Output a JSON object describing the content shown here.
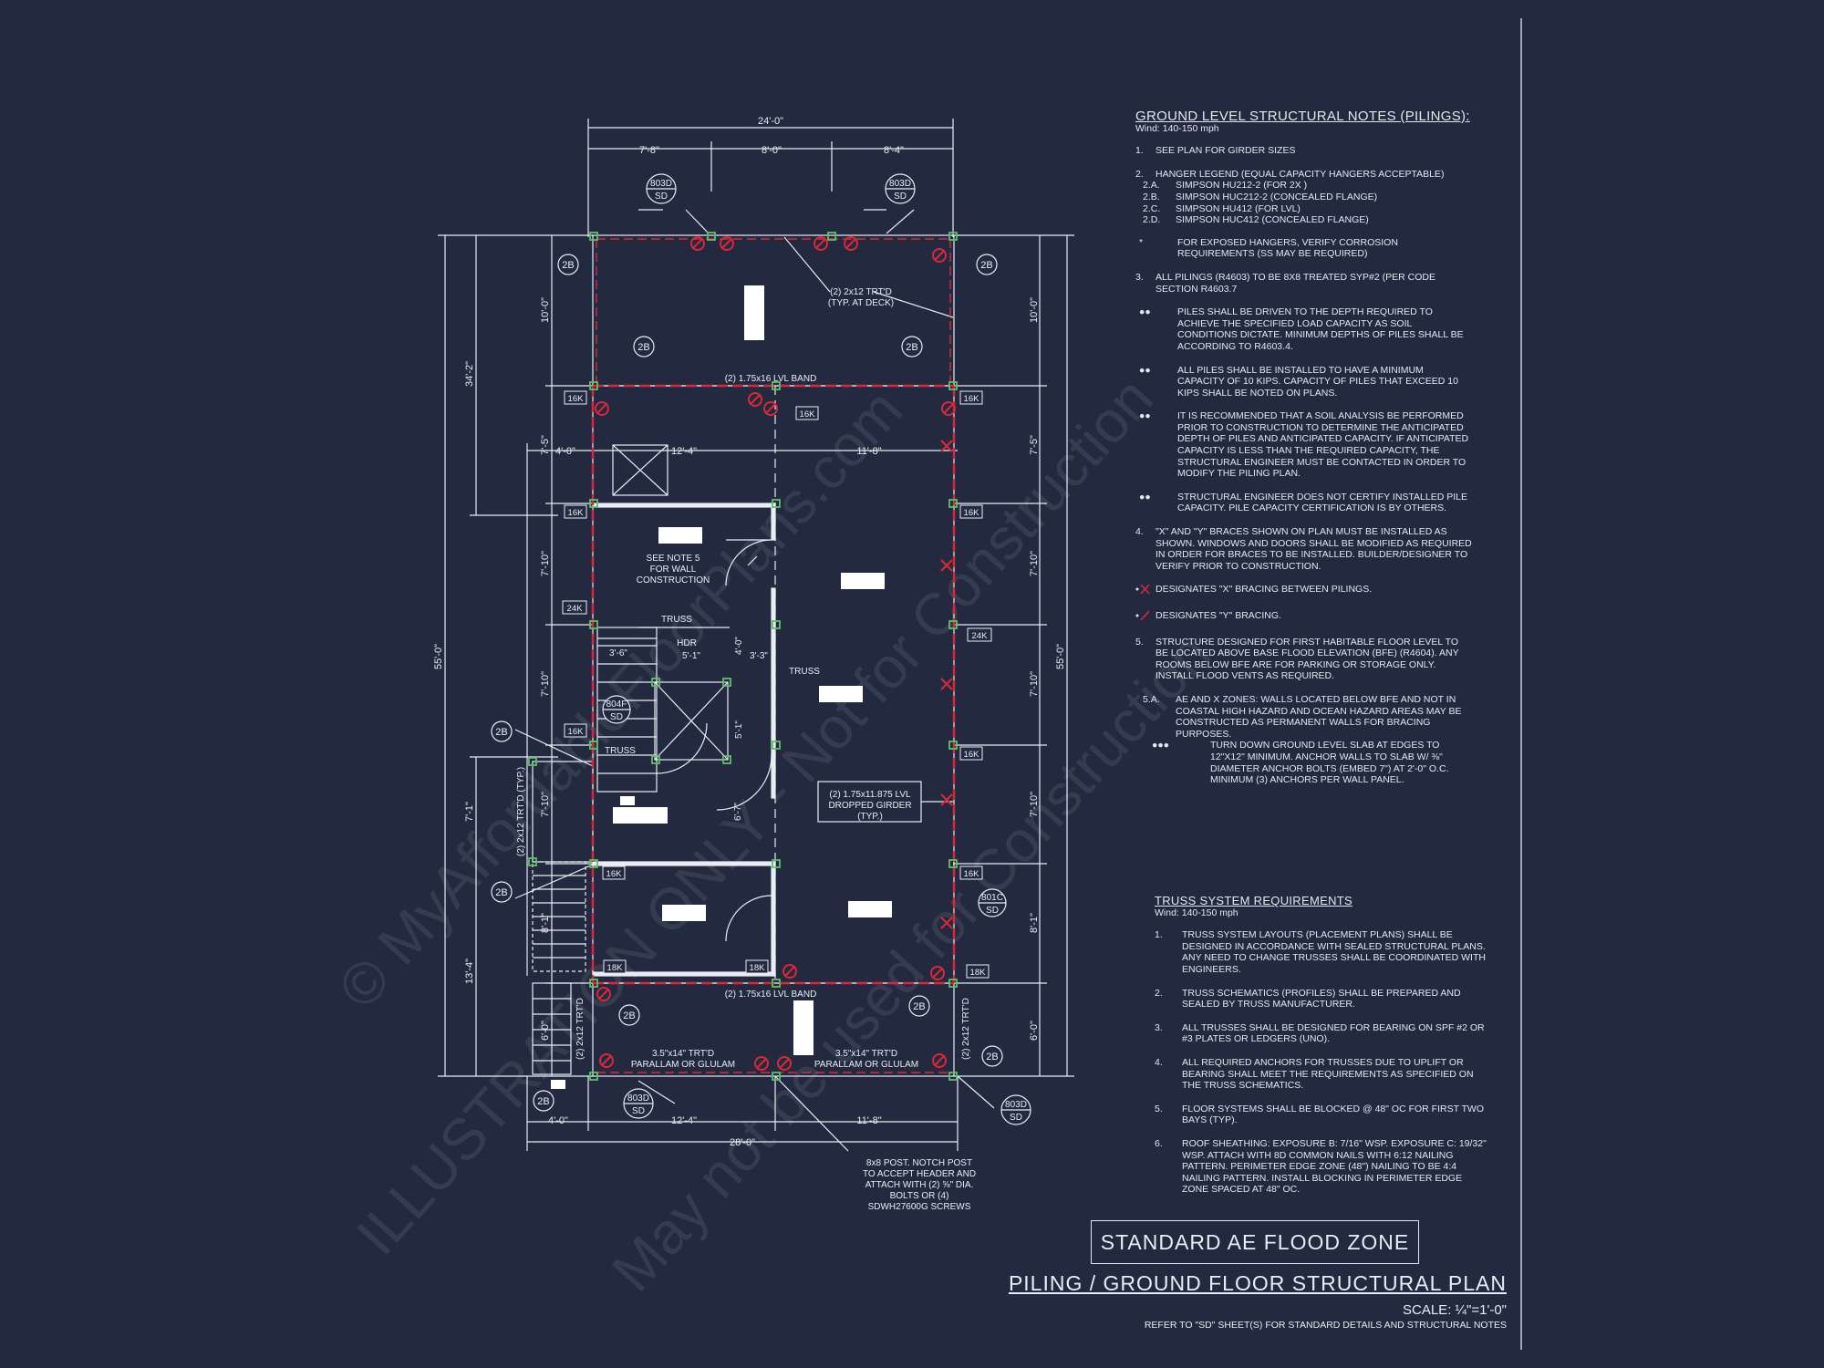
{
  "plan": {
    "overall_width_top": "24'-0\"",
    "seg_top": [
      "7'-8\"",
      "8'-0\"",
      "8'-4\""
    ],
    "overall_width_bottom": "28'-0\"",
    "seg_bottom": [
      "4'-0\"",
      "12'-4\"",
      "11'-8\""
    ],
    "seg_mid": [
      "4'-0\"",
      "12'-4\"",
      "11'-8\""
    ],
    "left_dims": [
      "10'-0\"",
      "7'-5\"",
      "7'-10\"",
      "7'-10\"",
      "7'-10\"",
      "8'-1\"",
      "6'-0\""
    ],
    "left_overall": [
      "34'-2\"",
      "55'-0\"",
      "7'-1\"",
      "13'-4\""
    ],
    "right_dims": [
      "10'-0\"",
      "7'-5\"",
      "7'-10\"",
      "7'-10\"",
      "7'-10\"",
      "8'-1\"",
      "6'-0\""
    ],
    "right_overall": "55'-0\"",
    "stair_dims": [
      "3'-6\"",
      "5'-1\"",
      "3'-3\"",
      "5'-1\"",
      "4'-0\"",
      "6'-7\""
    ],
    "tags": {
      "pile": "2B",
      "k16": "16K",
      "k24": "24K",
      "k18": "18K",
      "det_top_num": "803D",
      "det_bot_num": "803D",
      "det_sd": "SD",
      "det_804": "804F",
      "det_801": "801C"
    },
    "labels": {
      "trtd_top": "(2) 2x12 TRT'D",
      "trtd_top_2": "(TYP. AT DECK)",
      "lvl_band": "(2) 1.75x16 LVL BAND",
      "see_note": "SEE NOTE 5",
      "see_note_2": "FOR WALL",
      "see_note_3": "CONSTRUCTION",
      "truss": "TRUSS",
      "hdr": "HDR",
      "dropped_1": "(2) 1.75x11.875 LVL",
      "dropped_2": "DROPPED GIRDER",
      "dropped_3": "(TYP.)",
      "trtd_side": "(2) 2x12 TRT'D (TYP.)",
      "trtd_bot": "(2) 2x12 TRT'D",
      "parallam_1": "3.5\"x14\" TRT'D",
      "parallam_2": "PARALLAM OR GLULAM",
      "post_1": "8x8 POST. NOTCH POST",
      "post_2": "TO ACCEPT HEADER AND",
      "post_3": "ATTACH WITH (2) ⅝\" DIA.",
      "post_4": "BOLTS OR (4)",
      "post_5": "SDWH27600G SCREWS"
    }
  },
  "ground_notes": {
    "title": "GROUND LEVEL STRUCTURAL NOTES (PILINGS):",
    "wind": "Wind: 140-150 mph",
    "n1": "1.",
    "t1": "SEE PLAN FOR GIRDER SIZES",
    "n2": "2.",
    "t2": "HANGER LEGEND (EQUAL CAPACITY HANGERS ACCEPTABLE)",
    "n2a": "2.A.",
    "t2a": "SIMPSON HU212-2 (FOR 2X )",
    "n2b": "2.B.",
    "t2b": "SIMPSON HUC212-2 (CONCEALED FLANGE)",
    "n2c": "2.C.",
    "t2c": "SIMPSON HU412 (FOR LVL)",
    "n2d": "2.D.",
    "t2d": "SIMPSON HUC412 (CONCEALED FLANGE)",
    "star": "*",
    "tstar": "FOR EXPOSED HANGERS, VERIFY CORROSION REQUIREMENTS (SS MAY BE REQUIRED)",
    "n3": "3.",
    "t3": "ALL PILINGS (R4603) TO BE 8X8 TREATED SYP#2 (PER CODE SECTION R4603.7",
    "dot": "●●",
    "b1": "PILES SHALL BE DRIVEN TO THE DEPTH REQUIRED TO ACHIEVE THE SPECIFIED LOAD CAPACITY AS SOIL CONDITIONS DICTATE. MINIMUM DEPTHS OF PILES SHALL BE ACCORDING TO R4603.4.",
    "b2": "ALL PILES SHALL BE INSTALLED TO HAVE A MINIMUM CAPACITY OF 10 KIPS. CAPACITY OF PILES THAT EXCEED 10 KIPS SHALL BE NOTED ON PLANS.",
    "b3": "IT IS RECOMMENDED THAT A SOIL ANALYSIS BE PERFORMED PRIOR TO CONSTRUCTION TO DETERMINE THE ANTICIPATED DEPTH OF PILES AND ANTICIPATED CAPACITY. IF ANTICIPATED CAPACITY IS LESS THAN THE REQUIRED CAPACITY, THE STRUCTURAL ENGINEER MUST BE CONTACTED IN ORDER TO MODIFY THE PILING PLAN.",
    "b4": "STRUCTURAL ENGINEER DOES NOT CERTIFY INSTALLED PILE CAPACITY. PILE CAPACITY CERTIFICATION IS BY OTHERS.",
    "n4": "4.",
    "t4": "\"X\" AND \"Y\" BRACES SHOWN ON PLAN MUST BE INSTALLED AS SHOWN. WINDOWS AND DOORS SHALL BE MODIFIED AS REQUIRED IN ORDER FOR BRACES TO BE INSTALLED. BUILDER/DESIGNER TO VERIFY PRIOR TO CONSTRUCTION.",
    "tx": "DESIGNATES \"X\" BRACING BETWEEN PILINGS.",
    "ty": "DESIGNATES \"Y\" BRACING.",
    "n5": "5.",
    "t5": "STRUCTURE DESIGNED FOR FIRST HABITABLE FLOOR LEVEL TO BE LOCATED ABOVE BASE FLOOD ELEVATION (BFE) (R4604). ANY ROOMS BELOW BFE ARE FOR PARKING OR STORAGE ONLY. INSTALL FLOOD VENTS AS REQUIRED.",
    "n5a": "5.A.",
    "t5a": "AE AND X ZONES: WALLS LOCATED BELOW BFE AND NOT IN COASTAL HIGH HAZARD AND OCEAN HAZARD AREAS MAY BE CONSTRUCTED AS PERMANENT WALLS FOR BRACING PURPOSES.",
    "dot3": "●●●",
    "t5b": "TURN DOWN GROUND LEVEL SLAB AT EDGES TO 12\"x12\" MINIMUM. ANCHOR WALLS TO SLAB W/ ⅜\" DIAMETER ANCHOR BOLTS (EMBED 7\") AT 2'-0\" O.C. MINIMUM (3) ANCHORS PER WALL PANEL."
  },
  "truss_notes": {
    "title": "TRUSS SYSTEM REQUIREMENTS",
    "wind": "Wind: 140-150 mph",
    "n1": "1.",
    "t1": "TRUSS SYSTEM LAYOUTS (PLACEMENT PLANS) SHALL BE DESIGNED IN ACCORDANCE WITH SEALED STRUCTURAL PLANS. ANY NEED TO CHANGE TRUSSES SHALL BE COORDINATED WITH ENGINEERS.",
    "n2": "2.",
    "t2": "TRUSS SCHEMATICS (PROFILES) SHALL BE PREPARED AND SEALED BY TRUSS MANUFACTURER.",
    "n3": "3.",
    "t3": "ALL TRUSSES SHALL BE DESIGNED FOR BEARING ON SPF #2 OR #3 PLATES OR LEDGERS (UNO).",
    "n4": "4.",
    "t4": "ALL REQUIRED ANCHORS FOR TRUSSES DUE TO UPLIFT OR BEARING SHALL MEET THE REQUIREMENTS AS SPECIFIED ON THE TRUSS SCHEMATICS.",
    "n5": "5.",
    "t5": "FLOOR SYSTEMS SHALL BE BLOCKED @ 48\" OC FOR FIRST TWO BAYS (TYP).",
    "n6": "6.",
    "t6": "ROOF SHEATHING: EXPOSURE B: 7/16\" WSP. EXPOSURE C: 19/32\" WSP. ATTACH WITH 8d COMMON NAILS WITH 6:12 NAILING PATTERN. PERIMETER EDGE ZONE (48\") NAILING TO BE 4:4 NAILING PATTERN. INSTALL BLOCKING IN PERIMETER EDGE ZONE SPACED AT 48\" OC."
  },
  "title_block": {
    "stamp": "STANDARD AE FLOOD ZONE",
    "title": "PILING / GROUND FLOOR STRUCTURAL PLAN",
    "scale": "SCALE: ¼\"=1'-0\"",
    "refer": "REFER TO \"SD\" SHEET(S) FOR STANDARD DETAILS AND STRUCTURAL NOTES"
  },
  "watermark": {
    "line1": "© MyAffordableFloorPlans.com",
    "line2": "ILLUSTRATION ONLY - Not for Construction",
    "line3": "May not be used for Construction"
  },
  "colors": {
    "background": "#232a40",
    "linework": "#e8ecf4",
    "bracing": "#d9283a",
    "piling": "#5fbf6a"
  }
}
